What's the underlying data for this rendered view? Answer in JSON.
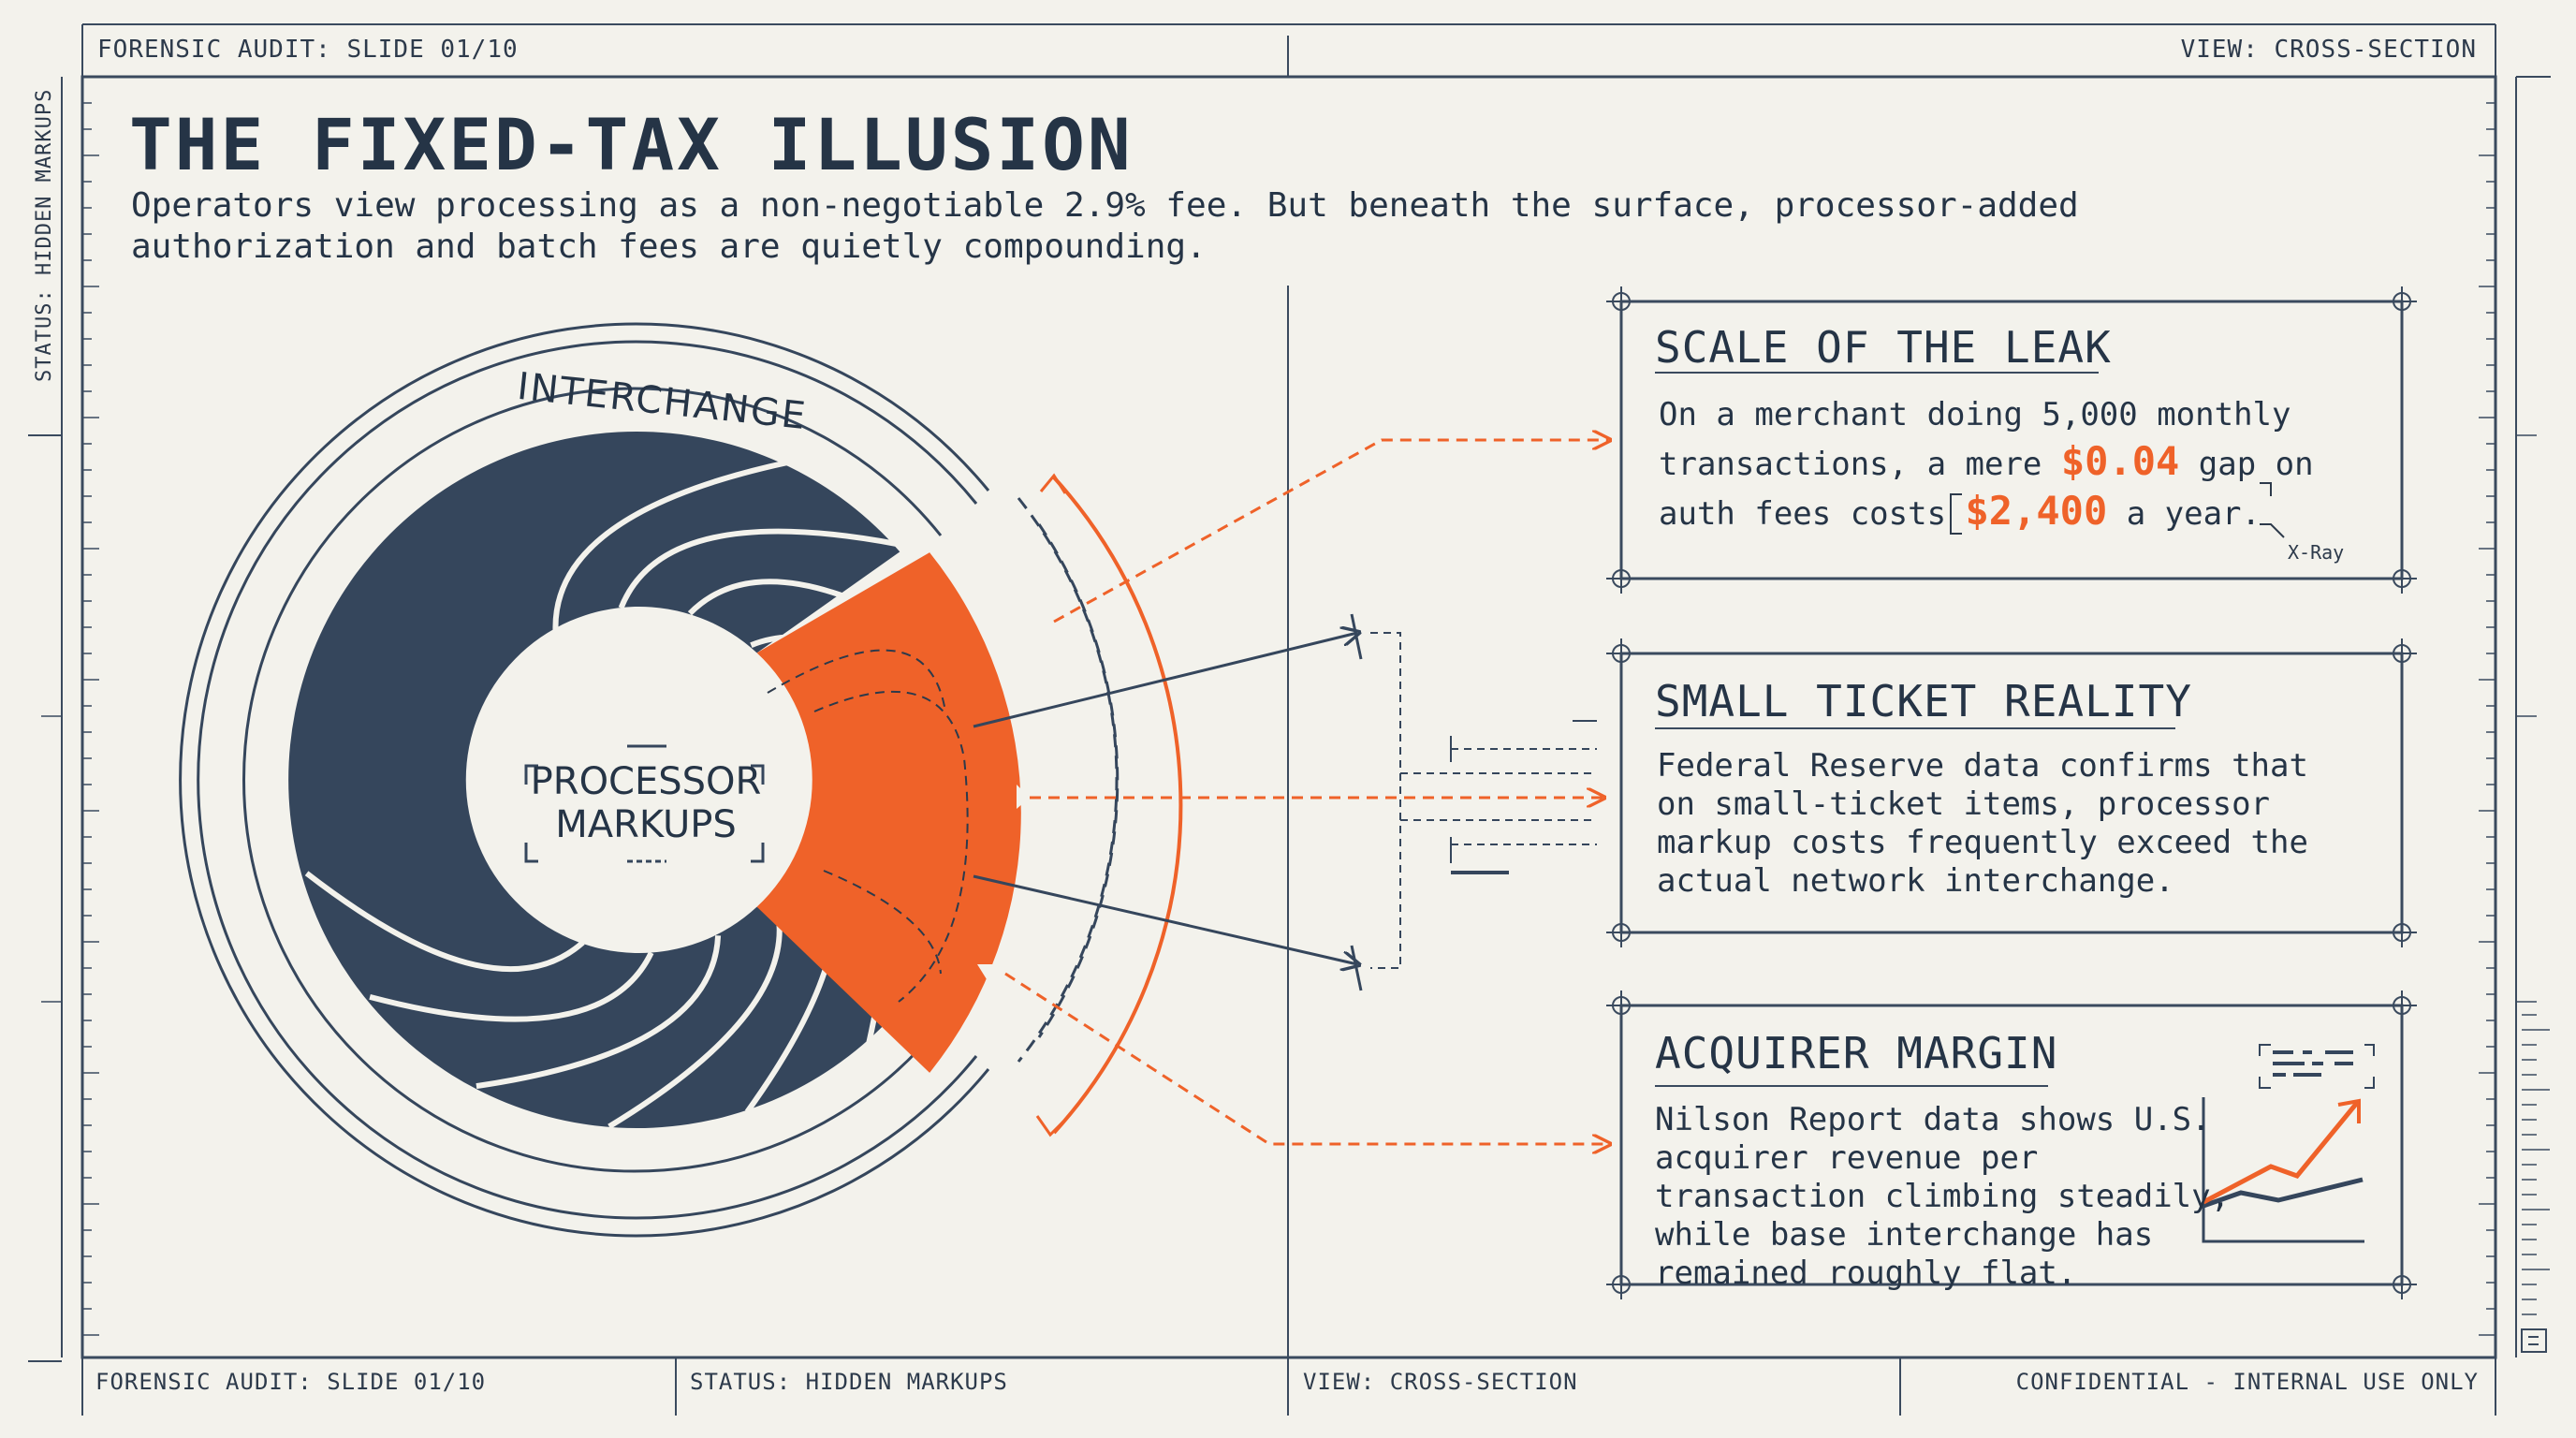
{
  "header": {
    "left": "FORENSIC AUDIT: SLIDE 01/10",
    "right": "VIEW: CROSS-SECTION"
  },
  "side_label": "STATUS: HIDDEN MARKUPS",
  "title": "THE FIXED-TAX ILLUSION",
  "subtitle": "Operators view processing as a non-negotiable 2.9% fee. But beneath the surface, processor-added authorization and batch fees are quietly compounding.",
  "diagram": {
    "outer_label": "INTERCHANGE",
    "center_label": "PROCESSOR MARKUPS"
  },
  "cards": [
    {
      "title": "SCALE OF THE LEAK",
      "body_parts": {
        "p1": "On a merchant doing 5,000 monthly transactions, a mere ",
        "highlight1": "$0.04",
        "p2": " gap on auth fees costs ",
        "highlight2": "$2,400",
        "p3": " a year."
      },
      "annotation": "X-Ray"
    },
    {
      "title": "SMALL TICKET REALITY",
      "body": "Federal Reserve data confirms that on small-ticket items, processor markup costs frequently exceed the actual network interchange."
    },
    {
      "title": "ACQUIRER MARGIN",
      "body": "Nilson Report data shows U.S. acquirer revenue per transaction climbing steadily, while base interchange has remained roughly flat."
    }
  ],
  "footer": [
    "FORENSIC AUDIT: SLIDE 01/10",
    "STATUS: HIDDEN MARKUPS",
    "VIEW: CROSS-SECTION",
    "CONFIDENTIAL - INTERNAL USE ONLY"
  ],
  "colors": {
    "accent": "#ef6229",
    "navy": "#35465c",
    "background": "#f3f2ec",
    "ink": "#253446"
  },
  "icons": [
    "crosshair-corner-icon",
    "trend-chart-icon",
    "expand-icon"
  ]
}
